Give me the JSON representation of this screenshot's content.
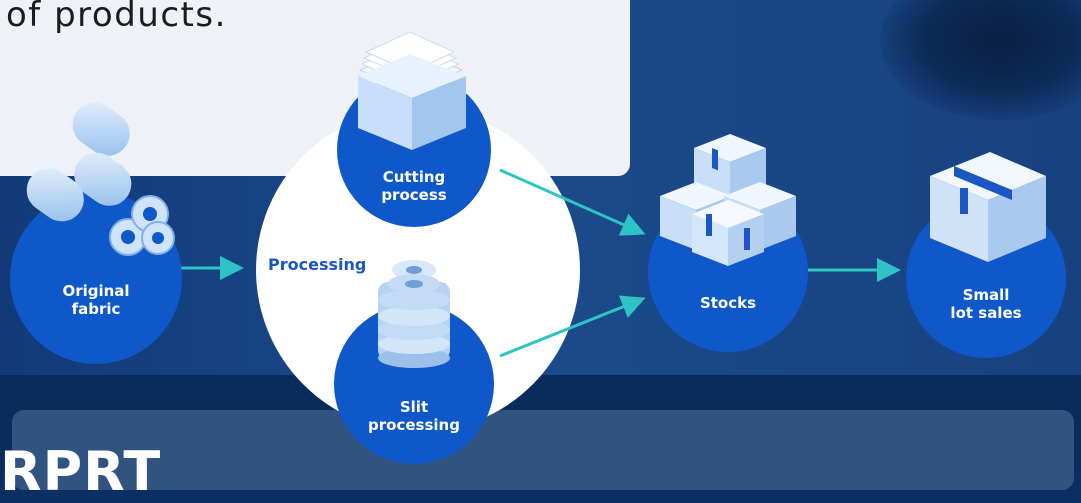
{
  "header": {
    "text": "of products."
  },
  "diagram": {
    "group_label": "Processing",
    "nodes": {
      "original_fabric": "Original\nfabric",
      "cutting_process": "Cutting\nprocess",
      "slit_processing": "Slit\nprocessing",
      "stocks": "Stocks",
      "small_lot_sales": "Small\nlot sales"
    }
  },
  "footer": {
    "text": "RPRT"
  },
  "colors": {
    "navy_band": "#123a78",
    "node_blue": "#0f58c9",
    "arrow_teal": "#2ec4c6",
    "card_light": "#eef2f7",
    "group_label": "#1a56c4"
  }
}
